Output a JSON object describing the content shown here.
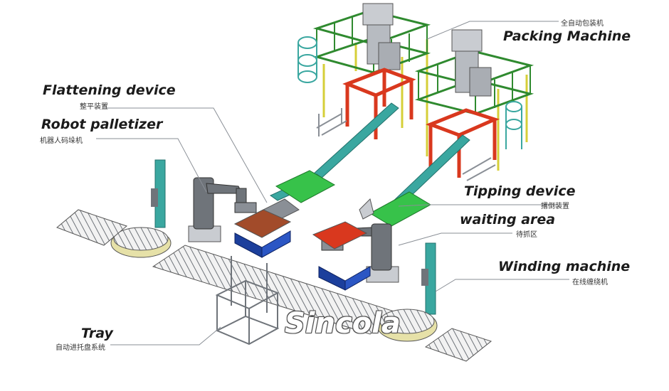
{
  "labels": {
    "packing_machine": {
      "en": "Packing Machine",
      "cn": "全自动包装机"
    },
    "flattening_device": {
      "en": "Flattening device",
      "cn": "整平装置"
    },
    "robot_palletizer": {
      "en": "Robot palletizer",
      "cn": "机器人码垛机"
    },
    "tipping_device": {
      "en": "Tipping device",
      "cn": "撂倒装置"
    },
    "waiting_area": {
      "en": "waiting area",
      "cn": "待抓区"
    },
    "winding_machine": {
      "en": "Winding machine",
      "cn": "在线缠绕机"
    },
    "tray": {
      "en": "Tray",
      "cn": "自动进托盘系统"
    }
  },
  "brand": "Sincola",
  "colors": {
    "frame_green": "#2f8a2f",
    "frame_yellow": "#d6cf38",
    "frame_red": "#d9381e",
    "conveyor_teal": "#3aa7a0",
    "conveyor_green": "#37c24a",
    "pallet_blue": "#1c3f9c",
    "steel": "#8a8f96",
    "robot_gray": "#6f747a"
  }
}
